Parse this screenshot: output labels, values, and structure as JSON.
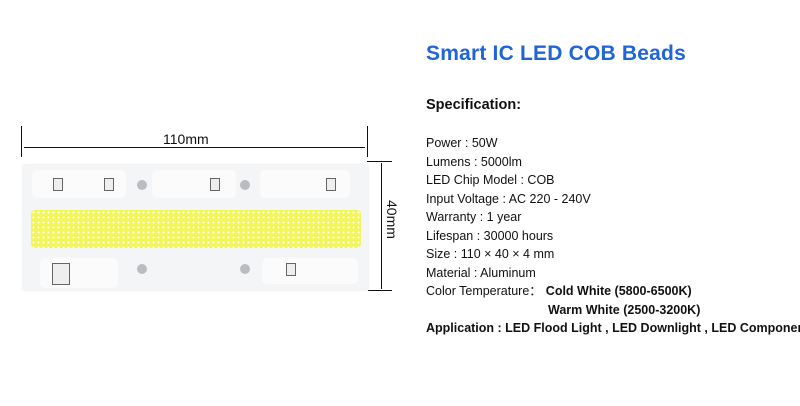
{
  "title": "Smart IC LED COB Beads",
  "spec_heading": "Specification:",
  "specs": [
    "Power : 50W",
    "Lumens : 5000lm",
    "LED Chip Model : COB",
    "Input Voltage : AC 220 - 240V",
    "Warranty : 1 year",
    "Lifespan : 30000 hours",
    "Size : 110 × 40 × 4 mm",
    "Material : Aluminum"
  ],
  "color_temp": {
    "label": "Color Temperature：",
    "cold": "Cold White (5800-6500K)",
    "warm": "Warm White (2500-3200K)"
  },
  "application": "Application : LED Flood Light , LED Downlight , LED Component",
  "dimensions": {
    "width": "110mm",
    "height": "40mm"
  },
  "colors": {
    "title": "#1f64d8",
    "led_strip": "#f3f65a"
  }
}
